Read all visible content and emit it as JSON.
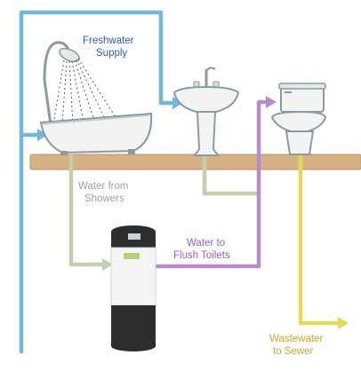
{
  "labels": {
    "freshwater_line1": "Freshwater",
    "freshwater_line2": "Supply",
    "showers_line1": "Water from",
    "showers_line2": "Showers",
    "toilets_line1": "Water to",
    "toilets_line2": "Flush Toilets",
    "wastewater_line1": "Wastewater",
    "wastewater_line2": "to Sewer"
  },
  "colors": {
    "freshwater": "#72b8dc",
    "greywater": "#c3cdb0",
    "flush": "#b98ad0",
    "wastewater": "#e2dc55",
    "counter": "#d6b184",
    "fixture": "#f3f3f3",
    "fixture_outline": "#8a9aa0",
    "freshwater_text": "#2b5fae",
    "grey_text": "#9ea0a2",
    "flush_text": "#9b5fbf",
    "wastewater_text": "#c7a92c"
  },
  "icons": {
    "shower": "shower-head-icon",
    "bathtub": "bathtub-icon",
    "sink": "pedestal-sink-icon",
    "toilet": "toilet-icon",
    "recycler": "water-recycler-unit-icon"
  }
}
